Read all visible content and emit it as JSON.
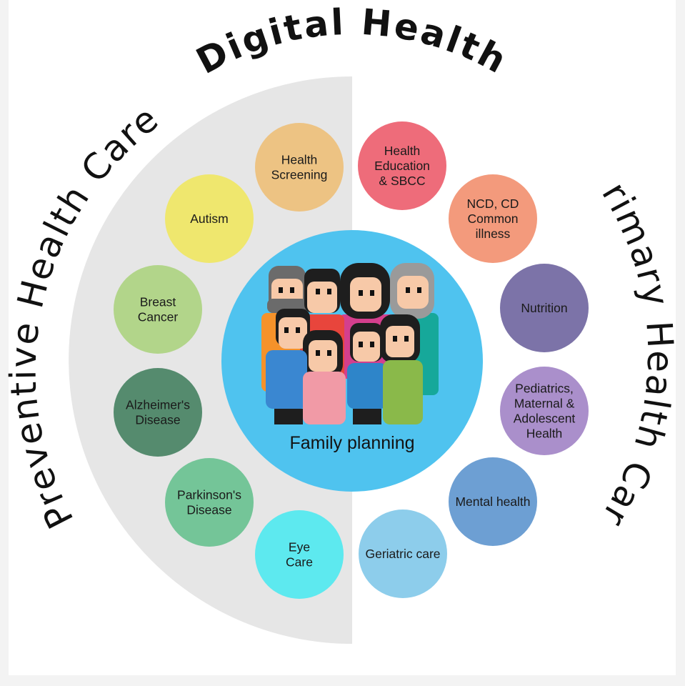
{
  "title": "Digital Health",
  "left_section": {
    "label": "Preventive Health Care",
    "bubbles": [
      {
        "id": "health-screening",
        "lines": [
          "Health",
          "Screening"
        ],
        "color": "#edc383"
      },
      {
        "id": "autism",
        "lines": [
          "Autism"
        ],
        "color": "#efe76e"
      },
      {
        "id": "breast-cancer",
        "lines": [
          "Breast",
          "Cancer"
        ],
        "color": "#b2d58a"
      },
      {
        "id": "alzheimers-disease",
        "lines": [
          "Alzheimer's",
          "Disease"
        ],
        "color": "#558b6e"
      },
      {
        "id": "parkinsons-disease",
        "lines": [
          "Parkinson's",
          "Disease"
        ],
        "color": "#74c598"
      },
      {
        "id": "eye-care",
        "lines": [
          "Eye",
          "Care"
        ],
        "color": "#5de9ef"
      }
    ]
  },
  "right_section": {
    "label": "Primary Health Care",
    "bubbles": [
      {
        "id": "health-education-sbcc",
        "lines": [
          "Health",
          "Education",
          "& SBCC"
        ],
        "color": "#ee6c7a"
      },
      {
        "id": "ncd-cd-common-illness",
        "lines": [
          "NCD, CD",
          "Common",
          "illness"
        ],
        "color": "#f39a7c"
      },
      {
        "id": "nutrition",
        "lines": [
          "Nutrition"
        ],
        "color": "#7c73a8"
      },
      {
        "id": "pediatrics-maternal-adolescent-health",
        "lines": [
          "Pediatrics,",
          "Maternal &",
          "Adolescent",
          "Health"
        ],
        "color": "#aa8fcb"
      },
      {
        "id": "mental-health",
        "lines": [
          "Mental health"
        ],
        "color": "#6d9fd3"
      },
      {
        "id": "geriatric-care",
        "lines": [
          "Geriatric care"
        ],
        "color": "#8dcdeb"
      }
    ]
  },
  "center": {
    "label": "Family planning",
    "illustration": "family-icon",
    "color": "#4fc3ef"
  },
  "colors": {
    "background": "#f3f3f3",
    "left_half": "#e6e6e6",
    "right_half": "#ffffff"
  }
}
